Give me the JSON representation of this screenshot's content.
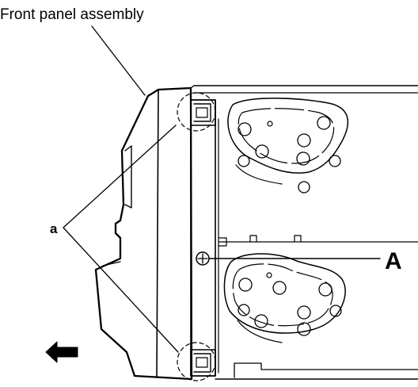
{
  "labels": {
    "assembly": "Front panel assembly",
    "a": "a",
    "A": "A"
  },
  "colors": {
    "line": "#000000",
    "background": "#ffffff"
  },
  "icons": {
    "direction": "arrow-left-icon"
  }
}
